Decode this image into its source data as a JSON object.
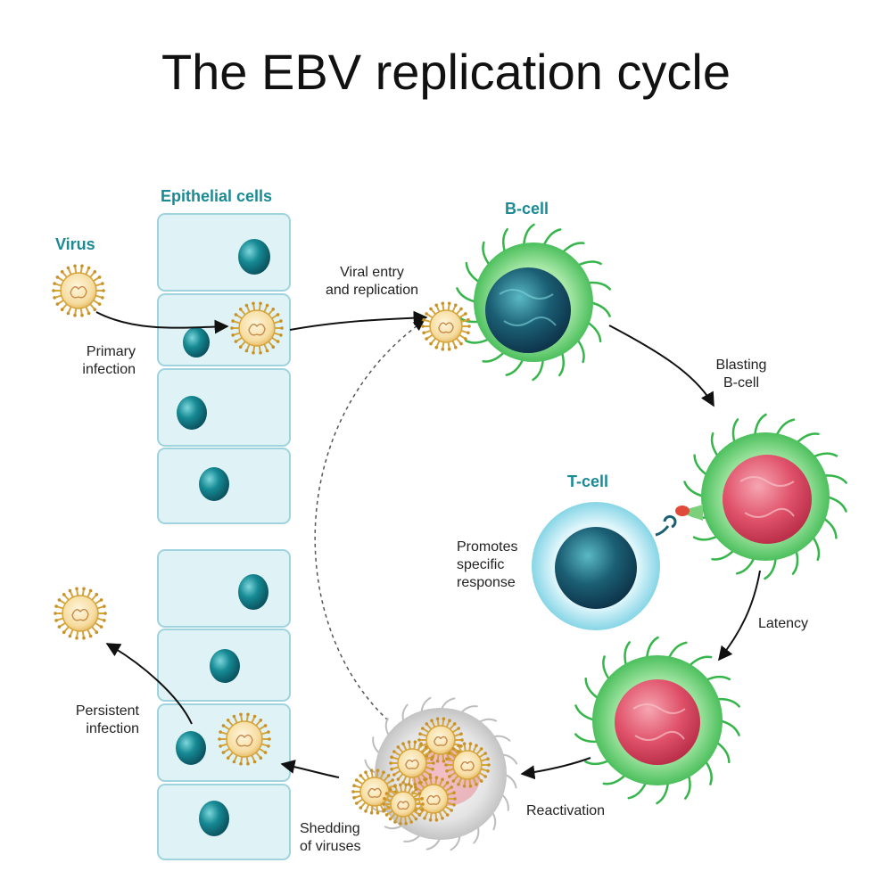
{
  "title": "The EBV replication cycle",
  "labels": {
    "epithelial_cells": "Epithelial cells",
    "virus": "Virus",
    "b_cell": "B-cell",
    "t_cell": "T-cell",
    "primary_infection": [
      "Primary",
      "infection"
    ],
    "viral_entry": [
      "Viral entry",
      "and replication"
    ],
    "blasting": [
      "Blasting",
      "B-cell"
    ],
    "promotes": [
      "Promotes",
      "specific",
      "response"
    ],
    "latency": "Latency",
    "reactivation": "Reactivation",
    "shedding": [
      "Shedding",
      "of viruses"
    ],
    "persistent": [
      "Persistent",
      "infection"
    ]
  },
  "colors": {
    "teal_label": "#1a8a94",
    "epithelial_fill": "#dff3f7",
    "epithelial_stroke": "#9fd3de",
    "nucleus": "#127a86",
    "virus_fill": "#f6dca0",
    "virus_spike": "#d6a43a",
    "green_cell": "#4cc35c",
    "red_nucleus": "#e0526a",
    "t_cell": "#7fd4e6"
  }
}
